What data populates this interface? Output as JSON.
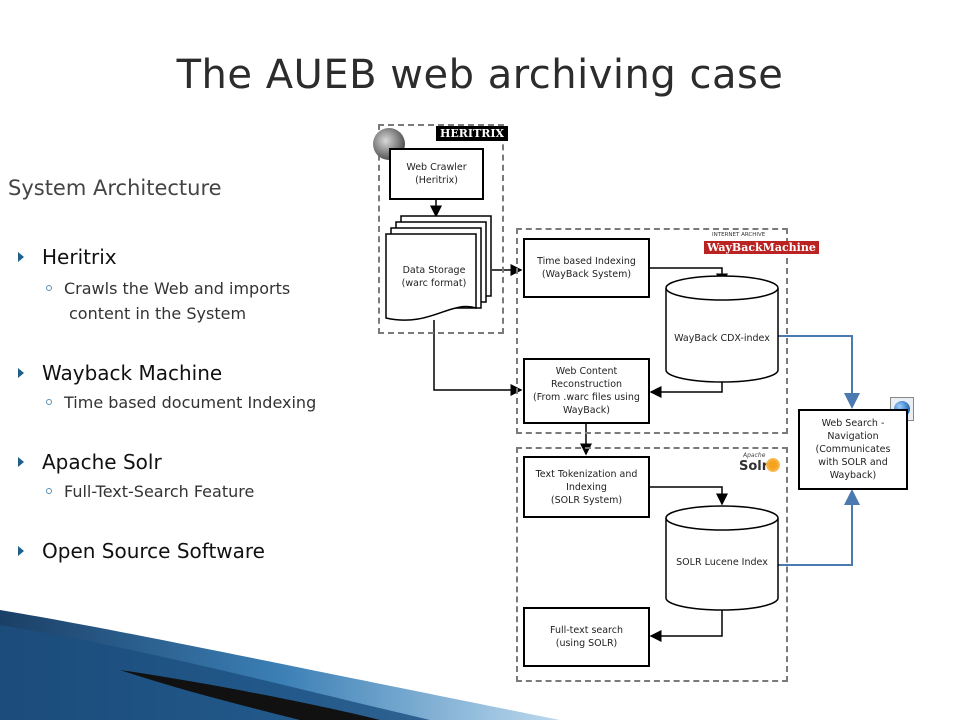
{
  "title": "The AUEB web archiving case",
  "subtitle": "System Architecture",
  "bullets": [
    {
      "label": "Heritrix",
      "sub": [
        "Crawls the Web and imports",
        "content in the System"
      ]
    },
    {
      "label": "Wayback Machine",
      "sub": [
        "Time based document Indexing"
      ]
    },
    {
      "label": "Apache Solr",
      "sub": [
        "Full-Text-Search Feature"
      ]
    },
    {
      "label": "Open Source Software",
      "sub": []
    }
  ],
  "diagram": {
    "web_crawler": [
      "Web Crawler",
      "(Heritrix)"
    ],
    "data_storage": [
      "Data Storage",
      "(warc format)"
    ],
    "time_indexing": [
      "Time based Indexing",
      "(WayBack System)"
    ],
    "cdx_index": "WayBack CDX-index",
    "reconstruction": [
      "Web Content",
      "Reconstruction",
      "(From .warc files using",
      "WayBack)"
    ],
    "tokenization": [
      "Text Tokenization and",
      "Indexing",
      "(SOLR System)"
    ],
    "lucene_index": "SOLR Lucene Index",
    "fulltext": [
      "Full-text search",
      "(using SOLR)"
    ],
    "web_search": [
      "Web Search -",
      "Navigation",
      "(Communicates",
      "with SOLR and",
      "Wayback)"
    ],
    "logo_heritrix": "HERITRIX",
    "logo_wayback_small": "INTERNET ARCHIVE",
    "logo_wayback": "WayBackMachine",
    "logo_solr_small": "Apache",
    "logo_solr": "Solr"
  },
  "colors": {
    "accent": "#1f5f8b",
    "arrow_blue": "#4a7ab0",
    "wave_dark": "#1b3f66",
    "wave_light": "#7fb3d8"
  }
}
